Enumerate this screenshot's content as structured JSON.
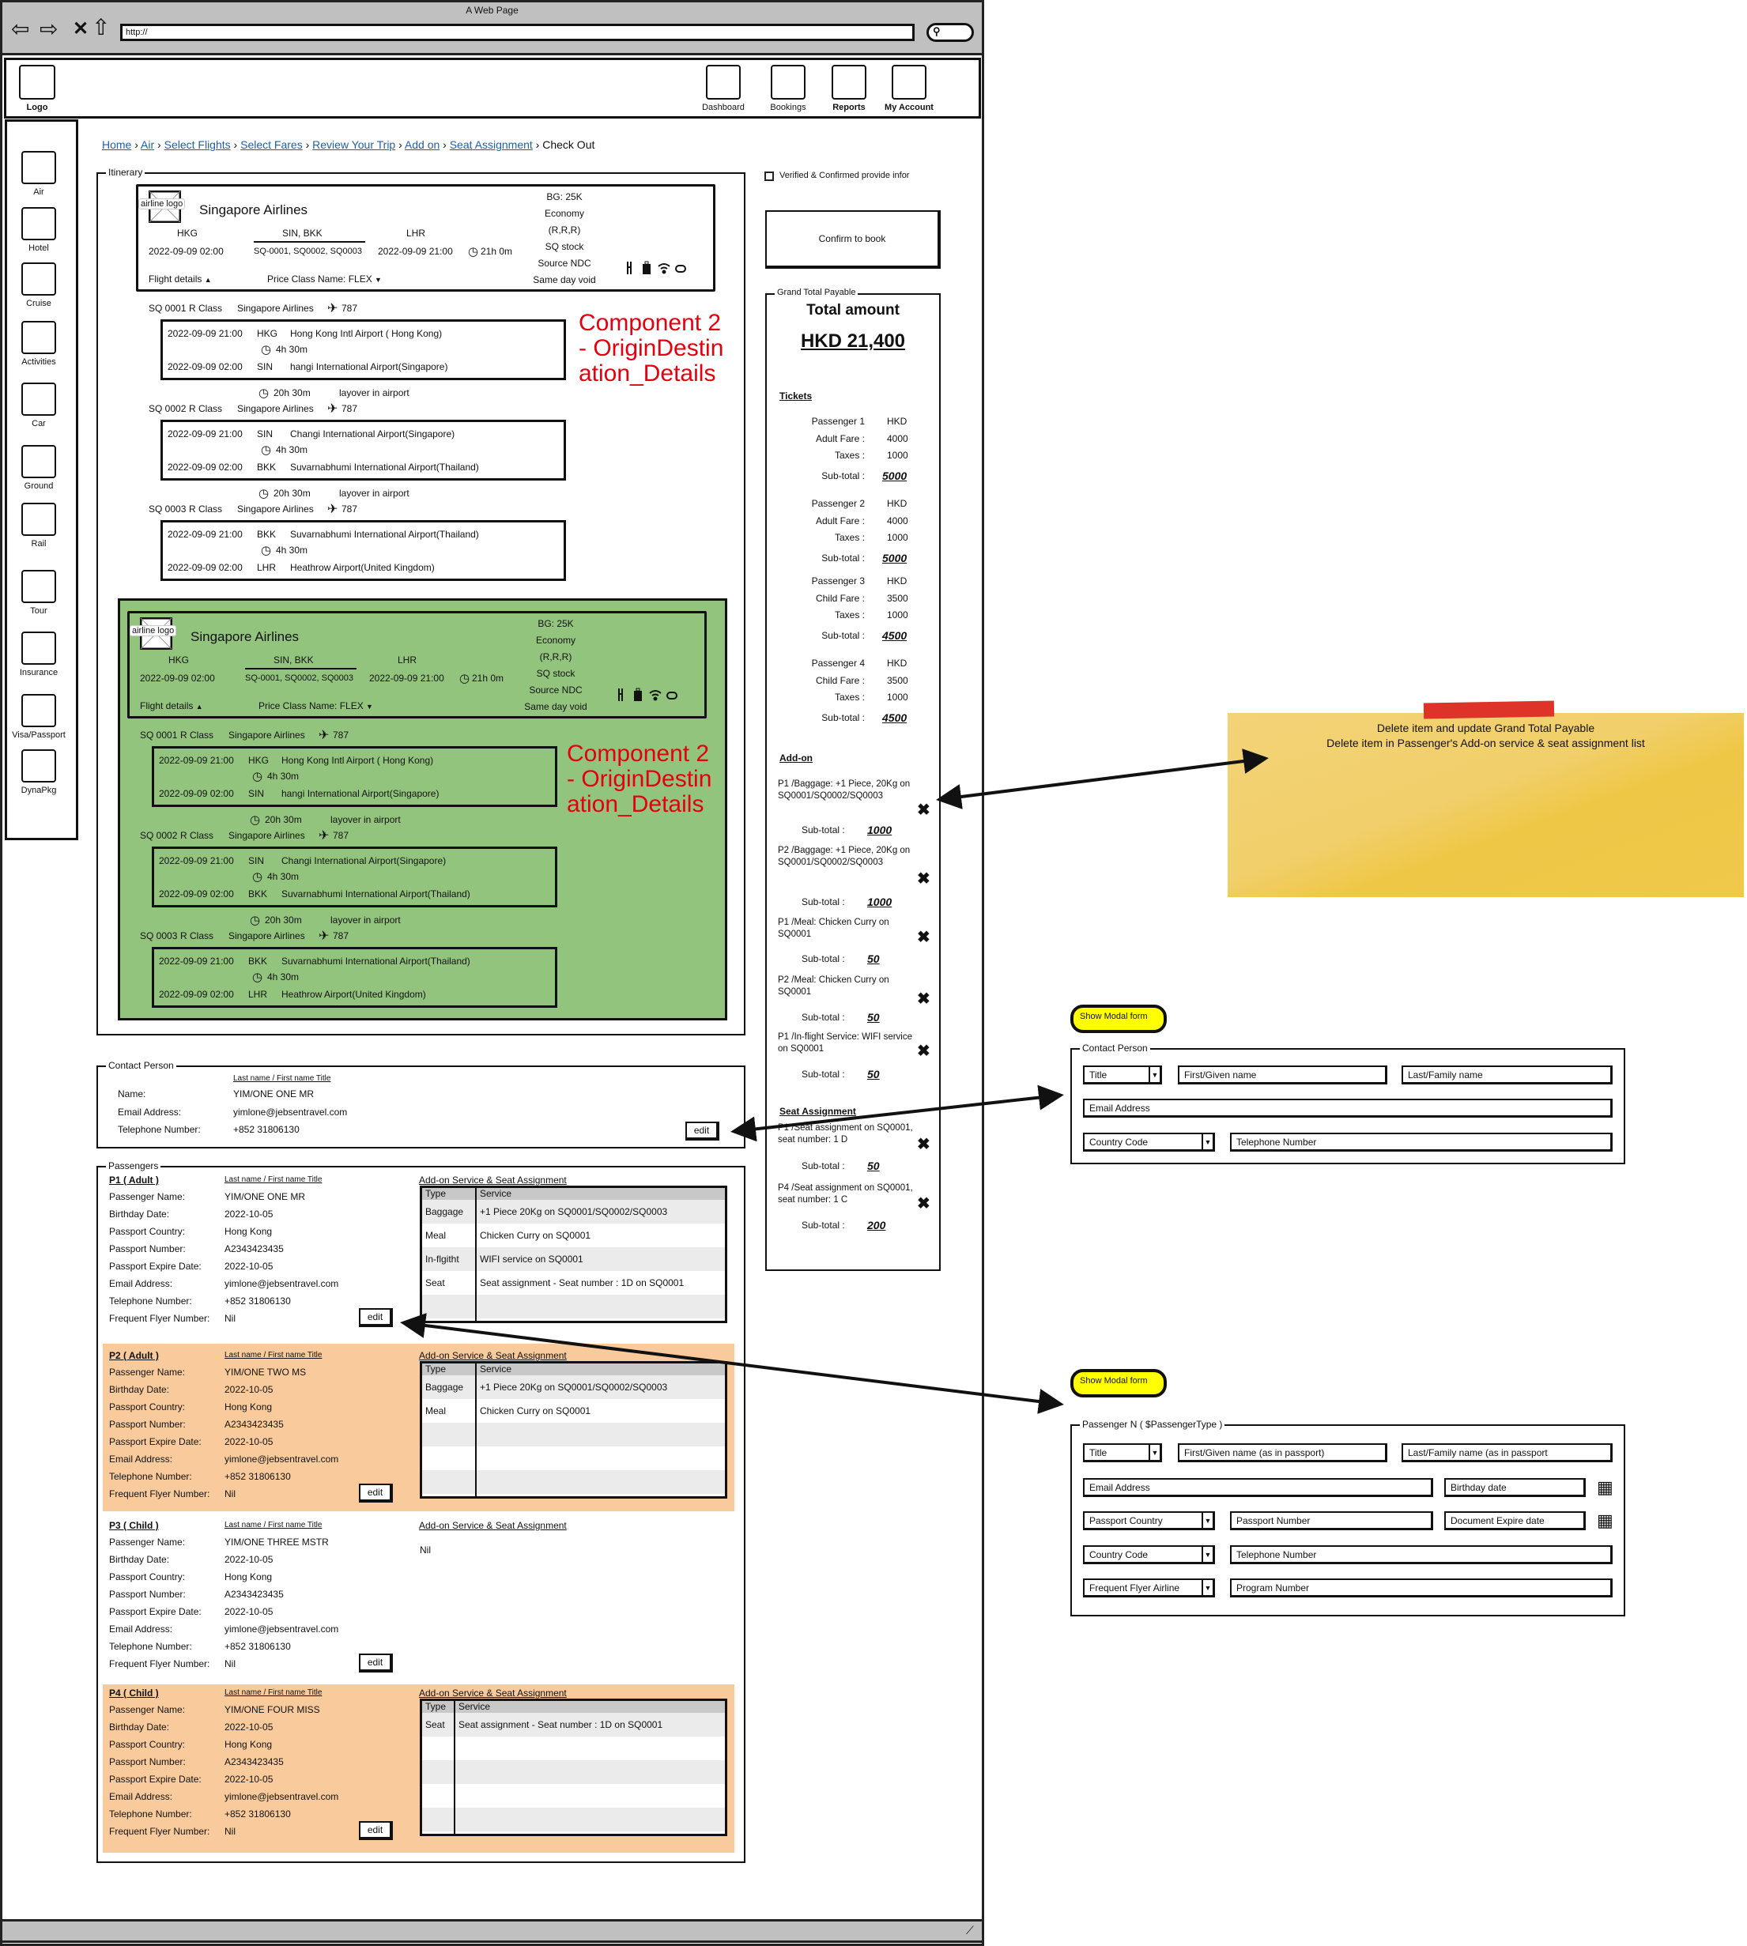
{
  "browser": {
    "title": "A Web Page",
    "url": "http://"
  },
  "header": {
    "logo": "Logo",
    "nav": [
      "Dashboard",
      "Bookings",
      "Reports",
      "My Account"
    ]
  },
  "sidebar": [
    "Air",
    "Hotel",
    "Cruise",
    "Activities",
    "Car",
    "Ground",
    "Rail",
    "Tour",
    "Insurance",
    "Visa/Passport",
    "DynaPkg"
  ],
  "breadcrumb": {
    "links": [
      "Home",
      "Air",
      "Select Flights",
      "Select Fares",
      "Review Your Trip",
      "Add on",
      "Seat Assignment"
    ],
    "current": "Check Out"
  },
  "itinerary_legend": "Itinerary",
  "component_label": "Component 2 - OriginDestination_Details",
  "itinerary": {
    "logo_label": "airline logo",
    "airline": "Singapore Airlines",
    "origin": "HKG",
    "via": "SIN, BKK",
    "dest": "LHR",
    "depart": "2022-09-09 02:00",
    "flights": "SQ-0001, SQ0002, SQ0003",
    "arrive": "2022-09-09 21:00",
    "duration": "21h 0m",
    "info": [
      "BG: 25K",
      "Economy",
      "(R,R,R)",
      "SQ stock",
      "Source NDC",
      "Same day void"
    ],
    "flight_details": "Flight details",
    "price_class": "Price Class Name: FLEX",
    "segments": [
      {
        "flight": "SQ 0001",
        "class": "R Class",
        "airline": "Singapore Airlines",
        "aircraft": "787",
        "dep_time": "2022-09-09 21:00",
        "dep_code": "HKG",
        "dep_airport": "Hong Kong Intl Airport ( Hong Kong)",
        "duration": "4h 30m",
        "arr_time": "2022-09-09 02:00",
        "arr_code": "SIN",
        "arr_airport": "hangi International Airport(Singapore)",
        "layover": "20h 30m",
        "layover_text": "layover in airport"
      },
      {
        "flight": "SQ 0002",
        "class": "R Class",
        "airline": "Singapore Airlines",
        "aircraft": "787",
        "dep_time": "2022-09-09 21:00",
        "dep_code": "SIN",
        "dep_airport": "Changi International Airport(Singapore)",
        "duration": "4h 30m",
        "arr_time": "2022-09-09 02:00",
        "arr_code": "BKK",
        "arr_airport": "Suvarnabhumi International Airport(Thailand)",
        "layover": "20h 30m",
        "layover_text": "layover in airport"
      },
      {
        "flight": "SQ 0003",
        "class": "R Class",
        "airline": "Singapore Airlines",
        "aircraft": "787",
        "dep_time": "2022-09-09 21:00",
        "dep_code": "BKK",
        "dep_airport": "Suvarnabhumi International Airport(Thailand)",
        "duration": "4h 30m",
        "arr_time": "2022-09-09 02:00",
        "arr_code": "LHR",
        "arr_airport": "Heathrow Airport(United Kingdom)"
      }
    ]
  },
  "contact": {
    "legend": "Contact Person",
    "name_header": "Last name  / First name  Title",
    "labels": [
      "Name:",
      "Email Address:",
      "Telephone Number:"
    ],
    "values": [
      "YIM/ONE ONE MR",
      "yimlone@jebsentravel.com",
      "+852 31806130"
    ],
    "edit": "edit"
  },
  "passengers_legend": "Passengers",
  "passenger_labels": [
    "Passenger Name:",
    "Birthday Date:",
    "Passport Country:",
    "Passport Number:",
    "Passport Expire Date:",
    "Email Address:",
    "Telephone Number:",
    "Frequent Flyer Number:"
  ],
  "passenger_name_header": "Last name  / First name  Title",
  "addon_title": "Add-on Service & Seat Assignment",
  "table_headers": [
    "Type",
    "Service"
  ],
  "edit_label": "edit",
  "passengers": [
    {
      "title": "P1 ( Adult )",
      "values": [
        "YIM/ONE ONE MR",
        "2022-10-05",
        "Hong Kong",
        "A2343423435",
        "2022-10-05",
        "yimlone@jebsentravel.com",
        "+852 31806130",
        "Nil"
      ],
      "addons": [
        [
          "Baggage",
          "+1 Piece 20Kg on SQ0001/SQ0002/SQ0003"
        ],
        [
          "Meal",
          "Chicken Curry on SQ0001"
        ],
        [
          "In-flgitht",
          "WIFI service on  SQ0001"
        ],
        [
          "Seat",
          "Seat assignment - Seat number : 1D on SQ0001"
        ]
      ]
    },
    {
      "title": "P2 ( Adult )",
      "values": [
        "YIM/ONE TWO MS",
        "2022-10-05",
        "Hong Kong",
        "A2343423435",
        "2022-10-05",
        "yimlone@jebsentravel.com",
        "+852 31806130",
        "Nil"
      ],
      "addons": [
        [
          "Baggage",
          "+1 Piece 20Kg on SQ0001/SQ0002/SQ0003"
        ],
        [
          "Meal",
          "Chicken Curry on SQ0001"
        ]
      ]
    },
    {
      "title": "P3 ( Child )",
      "values": [
        "YIM/ONE THREE MSTR",
        "2022-10-05",
        "Hong Kong",
        "A2343423435",
        "2022-10-05",
        "yimlone@jebsentravel.com",
        "+852 31806130",
        "Nil"
      ],
      "addons": [],
      "addons_empty": "Nil"
    },
    {
      "title": "P4 ( Child )",
      "values": [
        "YIM/ONE FOUR MISS",
        "2022-10-05",
        "Hong Kong",
        "A2343423435",
        "2022-10-05",
        "yimlone@jebsentravel.com",
        "+852 31806130",
        "Nil"
      ],
      "addons": [
        [
          "Seat",
          "Seat assignment - Seat number : 1D on SQ0001"
        ]
      ]
    }
  ],
  "checkout": {
    "verify_label": "Verified & Confirmed provide infor",
    "verified": false,
    "confirm_button": "Confirm to book",
    "grand_legend": "Grand Total Payable",
    "total_label": "Total amount",
    "total_value": "HKD 21,400",
    "tickets_header": "Tickets",
    "tickets": [
      {
        "passenger": "Passenger 1",
        "currency": "HKD",
        "fare_label": "Adult  Fare :",
        "fare": "4000",
        "taxes_label": "Taxes :",
        "taxes": "1000",
        "subtotal_label": "Sub-total :",
        "subtotal": "5000"
      },
      {
        "passenger": "Passenger 2",
        "currency": "HKD",
        "fare_label": "Adult  Fare :",
        "fare": "4000",
        "taxes_label": "Taxes :",
        "taxes": "1000",
        "subtotal_label": "Sub-total :",
        "subtotal": "5000"
      },
      {
        "passenger": "Passenger 3",
        "currency": "HKD",
        "fare_label": "Child  Fare :",
        "fare": "3500",
        "taxes_label": "Taxes :",
        "taxes": "1000",
        "subtotal_label": "Sub-total :",
        "subtotal": "4500"
      },
      {
        "passenger": "Passenger 4",
        "currency": "HKD",
        "fare_label": "Child  Fare :",
        "fare": "3500",
        "taxes_label": "Taxes :",
        "taxes": "1000",
        "subtotal_label": "Sub-total :",
        "subtotal": "4500"
      }
    ],
    "addon_header": "Add-on",
    "addons": [
      {
        "text": "P1 /Baggage: +1 Piece, 20Kg on SQ0001/SQ0002/SQ0003",
        "subtotal_label": "Sub-total :",
        "subtotal": "1000"
      },
      {
        "text": "P2 /Baggage: +1 Piece, 20Kg on SQ0001/SQ0002/SQ0003",
        "subtotal_label": "Sub-total :",
        "subtotal": "1000"
      },
      {
        "text": "P1 /Meal: Chicken Curry  on SQ0001",
        "subtotal_label": "Sub-total :",
        "subtotal": "50"
      },
      {
        "text": "P2 /Meal: Chicken Curry  on SQ0001",
        "subtotal_label": "Sub-total :",
        "subtotal": "50"
      },
      {
        "text": "P1 /In-flight Service:  WIFI service on SQ0001",
        "subtotal_label": "Sub-total :",
        "subtotal": "50"
      }
    ],
    "seat_header": "Seat Assignment",
    "seats": [
      {
        "text": "P1 /Seat assignment on SQ0001, seat number:  1 D",
        "subtotal_label": "Sub-total :",
        "subtotal": "50"
      },
      {
        "text": "P4 /Seat assignment on SQ0001, seat number:  1 C",
        "subtotal_label": "Sub-total :",
        "subtotal": "200"
      }
    ]
  },
  "sticky_note": [
    "Delete item and update Grand Total Payable",
    "Delete item in Passenger's Add-on service & seat assignment list"
  ],
  "modal_contact": {
    "button": "Show Modal form",
    "legend": "Contact Person",
    "title": "Title",
    "first": "First/Given name",
    "last": "Last/Family name",
    "email": "Email Address",
    "country_code": "Country Code",
    "telephone": "Telephone Number"
  },
  "modal_passenger": {
    "button": "Show Modal form",
    "legend": "Passenger N ( $PassengerType )",
    "title": "Title",
    "first": "First/Given name (as in passport)",
    "last": "Last/Family name (as in passport",
    "email": "Email Address",
    "birthday": "Birthday date",
    "passport_country": "Passport Country",
    "passport_number": "Passport Number",
    "doc_expire": "Document Expire date",
    "country_code": "Country Code",
    "telephone": "Telephone Number",
    "ff_airline": "Frequent Flyer Airline",
    "program_number": "Program Number"
  },
  "colors": {
    "component_bg": "#93c47d",
    "passenger_highlight": "#f9cb9c",
    "sticky": "#f1c94b",
    "label_red": "#e3000f",
    "modal_button": "#ffff00"
  }
}
